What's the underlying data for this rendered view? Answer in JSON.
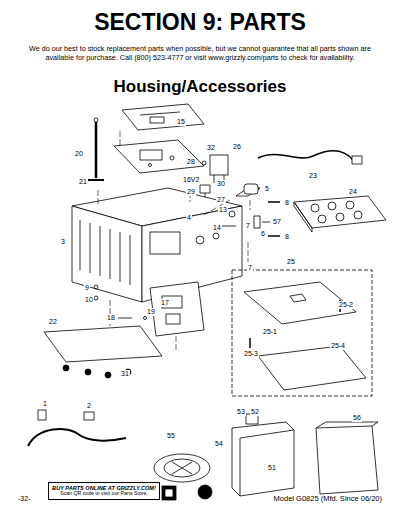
{
  "diagram": {
    "title": "SECTION 9: PARTS",
    "nodes": [
      {
        "text": [
          "BUY PARTS ONLINE AT GRIZZLY.COM!",
          "Scan QR code to visit our Parts Store."
        ]
      }
    ],
    "labels": [
      "We do our best to stock replacement parts when possible, but we cannot guarantee that all parts shown are available for purchase. Call (800) 523-4777 or visit www.grizzly.com/parts to check for availability.",
      "Housing/Accessories",
      "15",
      "20",
      "32",
      "26",
      "28",
      "16V2",
      "30",
      "29",
      "27",
      "21",
      "5",
      "23",
      "24",
      "3",
      "4",
      "13",
      "8",
      "14",
      "7",
      "6",
      "57",
      "8",
      "7",
      "25",
      "9",
      "10",
      "25-2",
      "17",
      "18",
      "19",
      "25-1",
      "22",
      "25-3",
      "25-4",
      "31",
      "1",
      "2",
      "53",
      "52",
      "56",
      "55",
      "54",
      "51",
      "-32-",
      "Model G0825 (Mfd. Since 06/20)"
    ]
  }
}
